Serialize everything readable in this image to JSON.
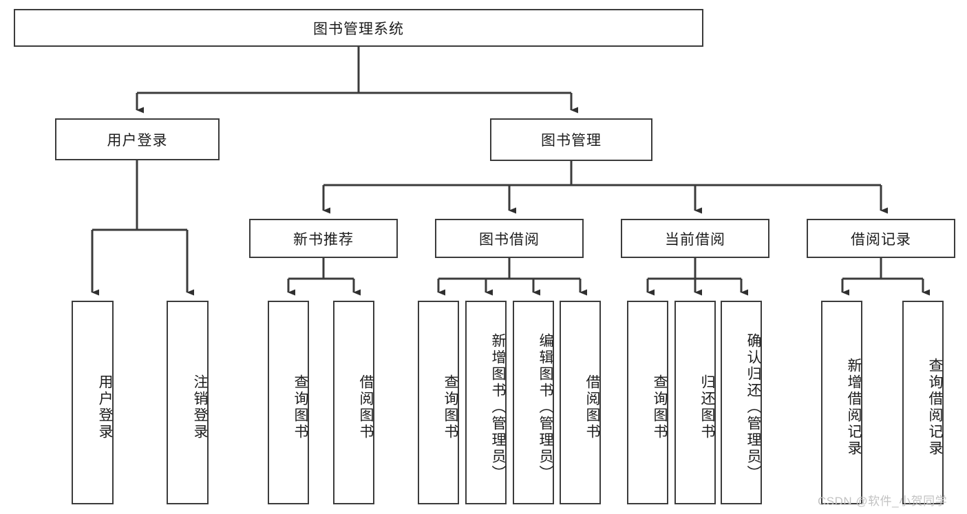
{
  "diagram": {
    "title": "图书管理系统",
    "type": "hierarchy-tree",
    "root": {
      "label": "图书管理系统"
    },
    "level2": [
      {
        "label": "用户登录"
      },
      {
        "label": "图书管理"
      }
    ],
    "level3": [
      {
        "label": "新书推荐"
      },
      {
        "label": "图书借阅"
      },
      {
        "label": "当前借阅"
      },
      {
        "label": "借阅记录"
      }
    ],
    "leaves": {
      "user_login": [
        {
          "label": "用户登录"
        },
        {
          "label": "注销登录"
        }
      ],
      "new_book_recommend": [
        {
          "label": "查询图书"
        },
        {
          "label": "借阅图书"
        }
      ],
      "book_borrow": [
        {
          "label": "查询图书"
        },
        {
          "label": "新增图书（管理员）"
        },
        {
          "label": "编辑图书（管理员）"
        },
        {
          "label": "借阅图书"
        }
      ],
      "current_borrow": [
        {
          "label": "查询图书"
        },
        {
          "label": "归还图书"
        },
        {
          "label": "确认归还（管理员）"
        }
      ],
      "borrow_record": [
        {
          "label": "新增借阅记录"
        },
        {
          "label": "查询借阅记录"
        }
      ]
    }
  },
  "watermark": {
    "text": "CSDN @软件_小贺同学"
  },
  "colors": {
    "stroke": "#3b3b3b",
    "text": "#1c1c1c",
    "background": "#ffffff",
    "watermark": "#c2c2c2"
  }
}
